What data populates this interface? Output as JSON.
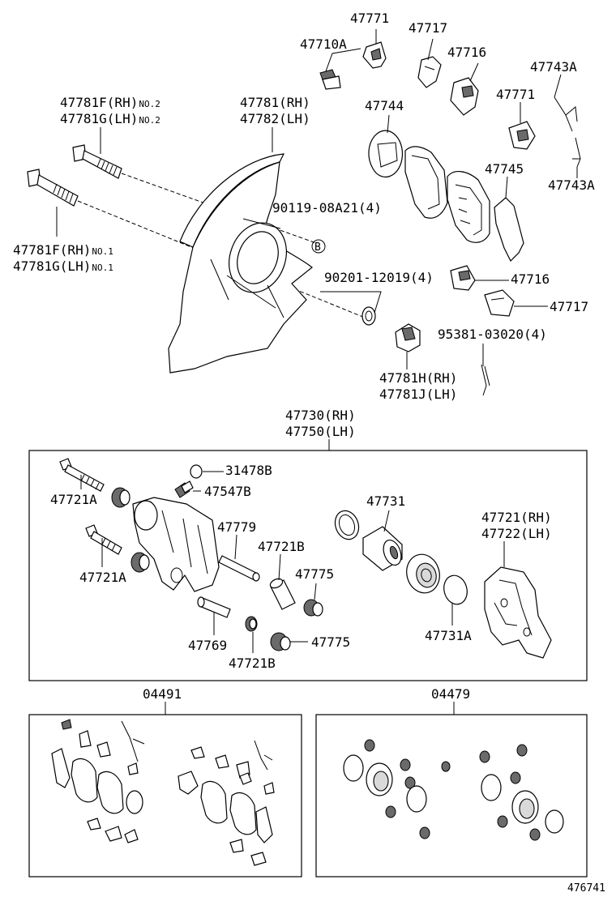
{
  "labels": {
    "p47771_top": "47771",
    "p47717_top": "47717",
    "p47710A": "47710A",
    "p47716_top": "47716",
    "p47743A_top": "47743A",
    "p47781F_no2": "47781F(RH)",
    "p47781G_no2": "47781G(LH)",
    "no2": "NO.2",
    "p47781_rh": "47781(RH)",
    "p47782_lh": "47782(LH)",
    "p47744": "47744",
    "p47771_mid": "47771",
    "p47745": "47745",
    "p47743A_bot": "47743A",
    "p90119": "90119-08A21(4)",
    "p47781F_no1": "47781F(RH)",
    "p47781G_no1": "47781G(LH)",
    "no1": "NO.1",
    "p90201": "90201-12019(4)",
    "p47716_mid": "47716",
    "p47717_mid": "47717",
    "p95381": "95381-03020(4)",
    "p47781H": "47781H(RH)",
    "p47781J": "47781J(LH)",
    "p47730": "47730(RH)",
    "p47750": "47750(LH)",
    "p31478B": "31478B",
    "p47547B": "47547B",
    "p47721A_1": "47721A",
    "p47779": "47779",
    "p47731": "47731",
    "p47721_rh": "47721(RH)",
    "p47722_lh": "47722(LH)",
    "p47721B_1": "47721B",
    "p47721A_2": "47721A",
    "p47775_1": "47775",
    "p47731A": "47731A",
    "p47769": "47769",
    "p47775_2": "47775",
    "p47721B_2": "47721B",
    "p04491": "04491",
    "p04479": "04479",
    "b_marker": "B",
    "ref_code": "476741"
  }
}
